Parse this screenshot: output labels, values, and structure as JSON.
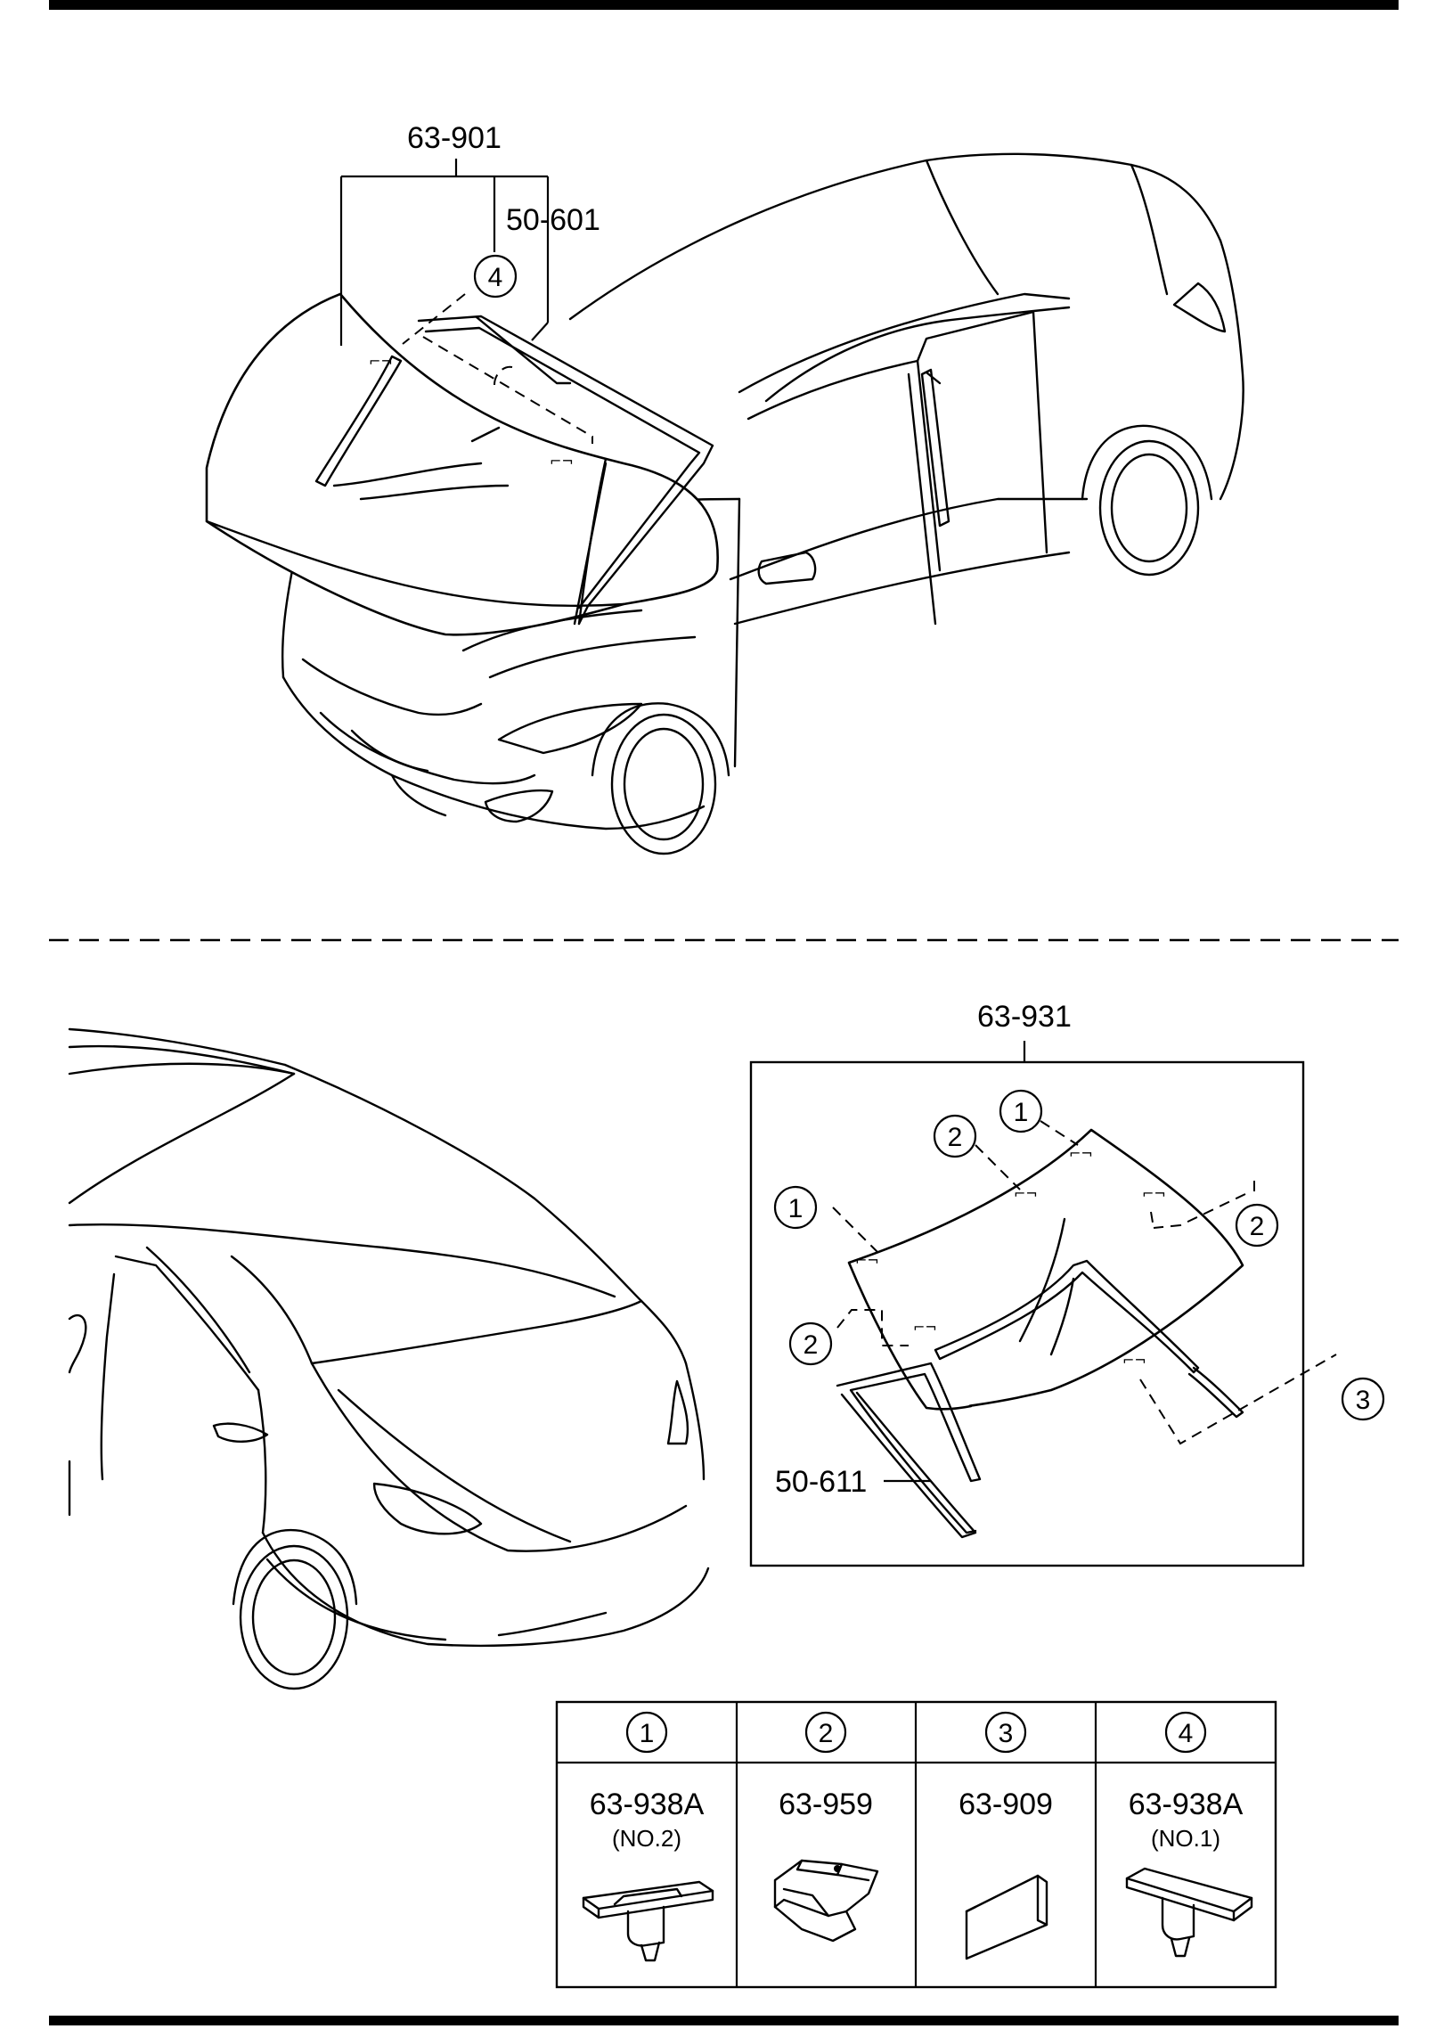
{
  "callouts": {
    "top_windshield": "63-901",
    "top_molding": "50-601",
    "rear_window": "63-931",
    "rear_molding": "50-611"
  },
  "circled_numbers": [
    "1",
    "2",
    "3",
    "4"
  ],
  "legend": {
    "items": [
      {
        "number": "1",
        "part": "63-938A",
        "note": "(NO.2)",
        "icon": "clip-icon"
      },
      {
        "number": "2",
        "part": "63-959",
        "note": "",
        "icon": "bracket-icon"
      },
      {
        "number": "3",
        "part": "63-909",
        "note": "",
        "icon": "spacer-block-icon"
      },
      {
        "number": "4",
        "part": "63-938A",
        "note": "(NO.1)",
        "icon": "fastener-icon"
      }
    ]
  }
}
